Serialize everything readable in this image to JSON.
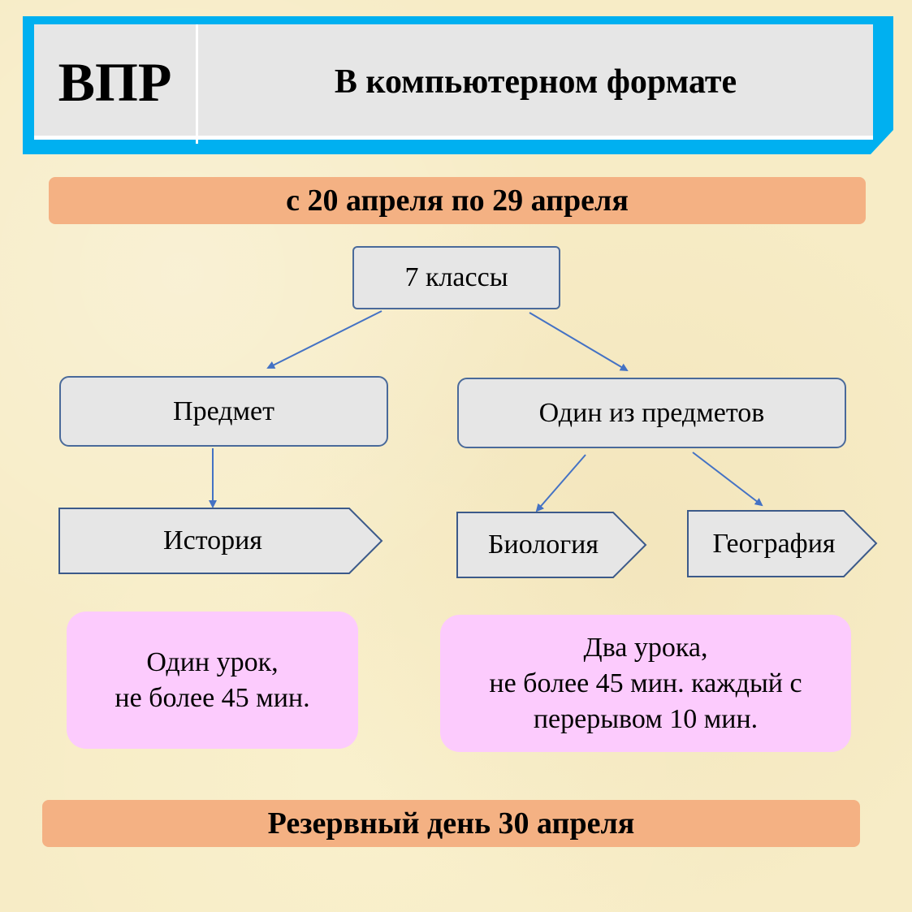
{
  "header": {
    "abbr": "ВПР",
    "title": "В компьютерном формате"
  },
  "period": "с 20 апреля по 29 апреля",
  "grade": "7 классы",
  "left_branch": {
    "label": "Предмет",
    "subject": "История",
    "duration_line1": "Один урок,",
    "duration_line2": "не более 45 мин."
  },
  "right_branch": {
    "label": "Один из предметов",
    "subjects": [
      "Биология",
      "География"
    ],
    "duration_line1": "Два урока,",
    "duration_line2": "не более 45 мин. каждый с",
    "duration_line3": "перерывом 10 мин."
  },
  "reserve": "Резервный день 30 апреля",
  "colors": {
    "header_border": "#00b0f0",
    "bar": "#f4b183",
    "pink": "#fccbfd",
    "box": "#e6e6e6",
    "line": "#4472c4"
  }
}
